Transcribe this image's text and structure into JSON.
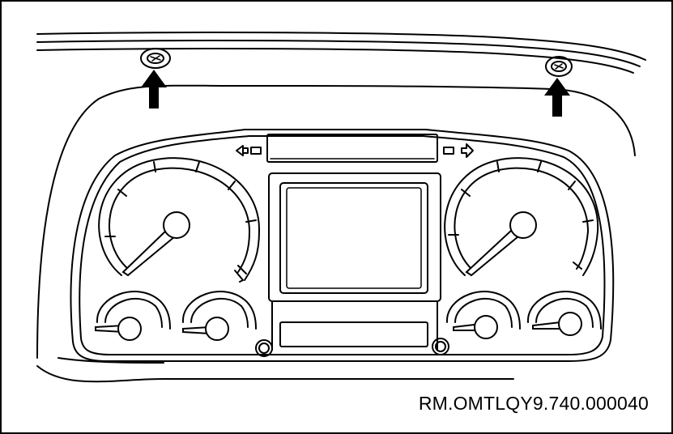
{
  "figure": {
    "reference_code": "RM.OMTLQY9.740.000040"
  },
  "callouts": [
    {
      "name": "left-fastener-arrow",
      "points_to": "left-screw"
    },
    {
      "name": "right-fastener-arrow",
      "points_to": "right-screw"
    }
  ],
  "colors": {
    "line": "#000000",
    "background": "#ffffff"
  }
}
